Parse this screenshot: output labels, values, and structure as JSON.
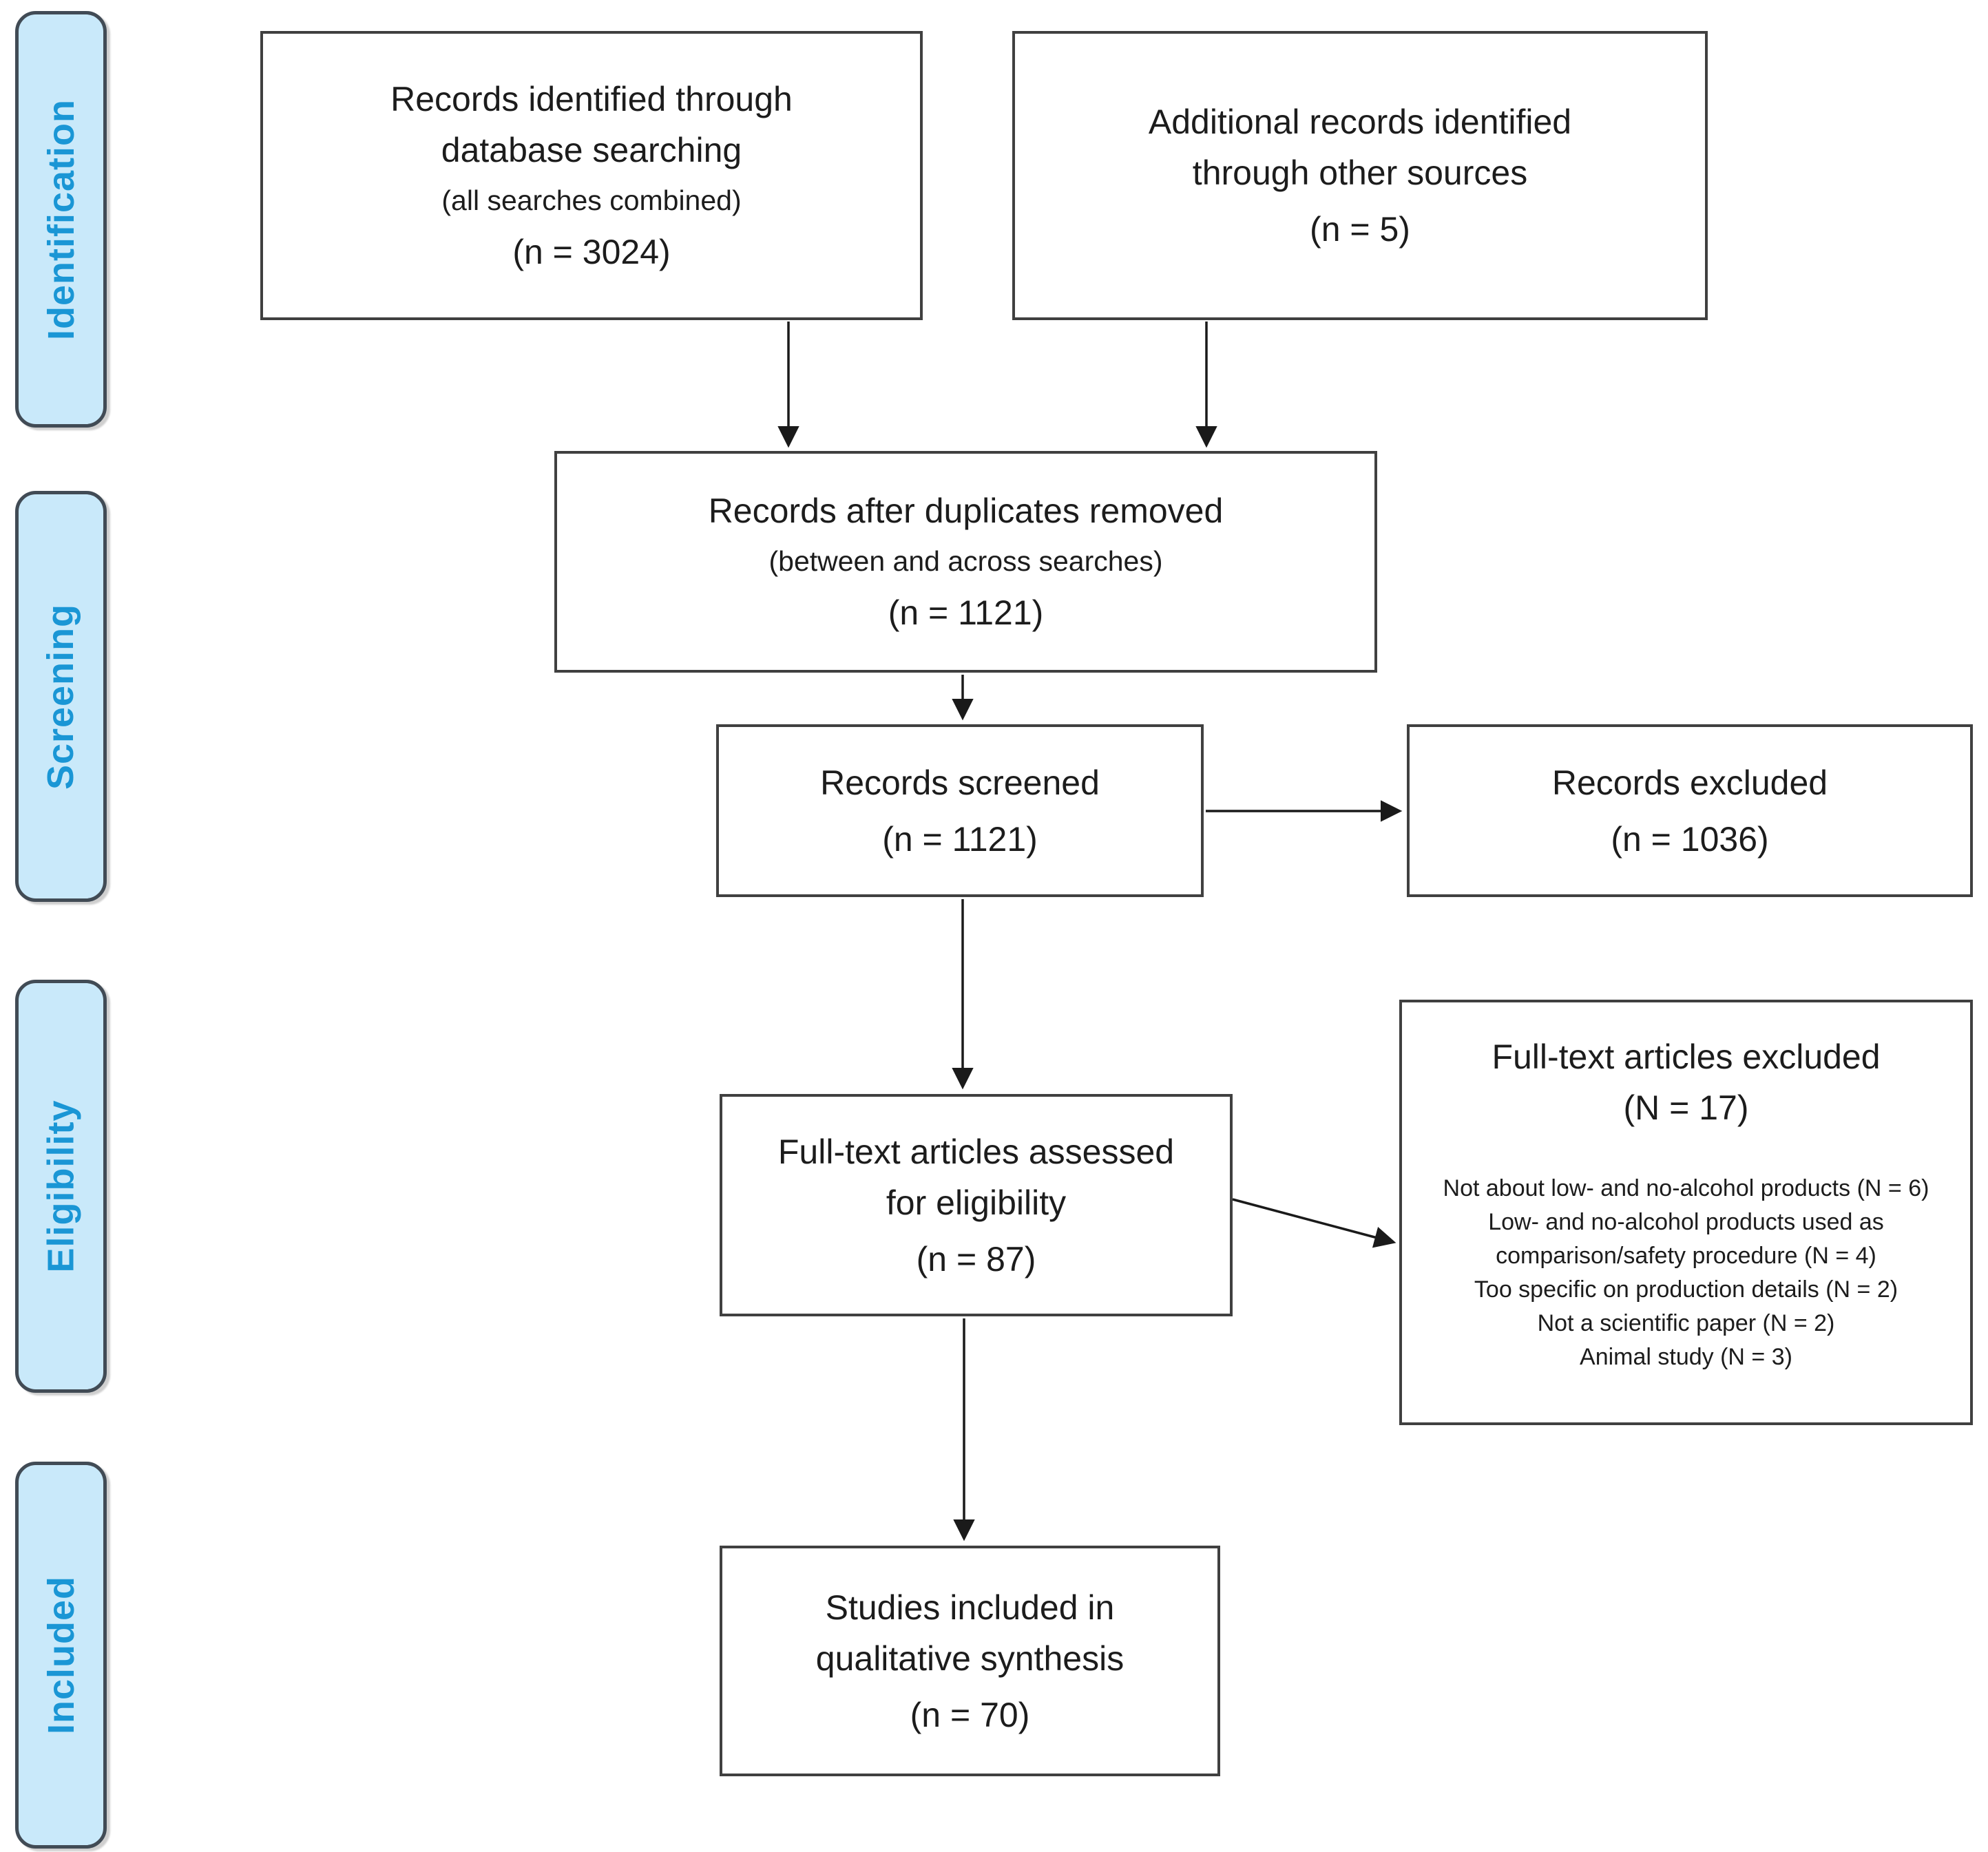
{
  "sidebar": {
    "stages": [
      {
        "label": "Identification"
      },
      {
        "label": "Screening"
      },
      {
        "label": "Eligibility"
      },
      {
        "label": "Included"
      }
    ]
  },
  "boxes": {
    "identified": {
      "title_lines": [
        "Records identified through",
        "database searching"
      ],
      "note": "(all searches combined)",
      "count": "(n = 3024)"
    },
    "additional": {
      "title_lines": [
        "Additional records identified",
        "through other sources"
      ],
      "count": "(n = 5)"
    },
    "deduplicated": {
      "title_lines": [
        "Records after duplicates removed"
      ],
      "note": "(between and across searches)",
      "count": "(n = 1121)"
    },
    "screened": {
      "title_lines": [
        "Records screened"
      ],
      "count": "(n = 1121)"
    },
    "records_excluded": {
      "title_lines": [
        "Records excluded"
      ],
      "count": "(n = 1036)"
    },
    "fulltext_assessed": {
      "title_lines": [
        "Full-text articles assessed",
        "for eligibility"
      ],
      "count": "(n = 87)"
    },
    "fulltext_excluded": {
      "title": "Full-text articles excluded",
      "count": "(N = 17)",
      "reasons": [
        "Not about low- and no-alcohol products (N = 6)",
        "Low- and no-alcohol products used as comparison/safety procedure (N = 4)",
        "Too specific on production details (N = 2)",
        "Not a scientific paper (N = 2)",
        "Animal study (N = 3)"
      ]
    },
    "included_qualitative": {
      "title_lines": [
        "Studies included in",
        "qualitative synthesis"
      ],
      "count": "(n = 70)"
    }
  },
  "colors": {
    "background": "#ffffff",
    "stage_fill": "#c9e9fa",
    "stage_text": "#1a96d5",
    "stage_border": "#414b55",
    "box_border": "#404040",
    "box_text": "#1c1c1c",
    "arrow": "#1a1a1a"
  }
}
